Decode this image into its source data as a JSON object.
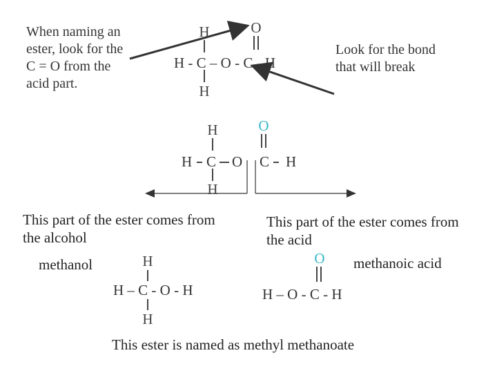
{
  "notes": {
    "naming": "When naming an ester, look for the C = O from the acid part.",
    "naming_lines": [
      "When naming an",
      "ester, look for the",
      "C = O from the",
      "acid part."
    ],
    "bond": [
      "Look for the bond",
      "that will break"
    ]
  },
  "top_molecule": {
    "h_top": "H",
    "o_top": "O",
    "formula": "H - C – O - C -  H",
    "h_bottom": "H"
  },
  "mid_molecule": {
    "h_top": "H",
    "o_top": "O",
    "h_left": "H",
    "c1": "C",
    "o_mid": "O",
    "c2": "C",
    "h_right": "H",
    "h_bottom": "H"
  },
  "parts": {
    "alcohol": [
      "This part of the ester comes from",
      "the alcohol"
    ],
    "acid": [
      "This part of the ester comes from",
      "the acid"
    ]
  },
  "methanol": {
    "label": "methanol",
    "h_top": "H",
    "formula": "H – C - O -  H",
    "h_bottom": "H"
  },
  "methanoic_acid": {
    "label": "methanoic acid",
    "o_top": "O",
    "formula": "H – O - C -  H"
  },
  "conclusion": {
    "prefix": "This ester is named as ",
    "name": "methyl methanoate"
  },
  "colors": {
    "cyan": "#38b8c8",
    "text": "#333333"
  }
}
